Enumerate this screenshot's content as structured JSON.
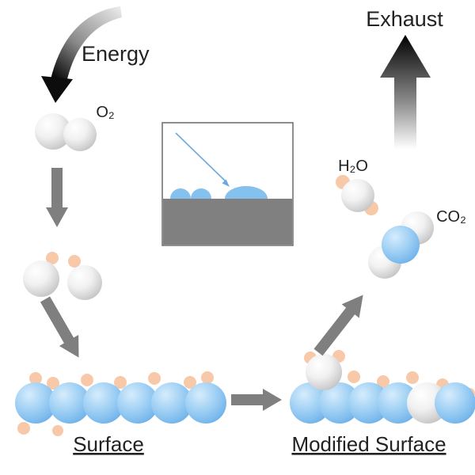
{
  "labels": {
    "energy": "Energy",
    "o2": "O₂",
    "h2o": "H₂O",
    "co2": "CO₂",
    "exhaust": "Exhaust",
    "surface": "Surface",
    "modified_surface": "Modified Surface"
  },
  "colors": {
    "sphere_blue": "#85c1ee",
    "sphere_white": "#ededed",
    "dot_peach": "#f7c9a9",
    "arrow_gray": "#7f7f7f",
    "arrow_black": "#0d0d0d",
    "inset_surface": "#808080",
    "inset_arrow": "#6aa9e2",
    "text": "#222222"
  }
}
